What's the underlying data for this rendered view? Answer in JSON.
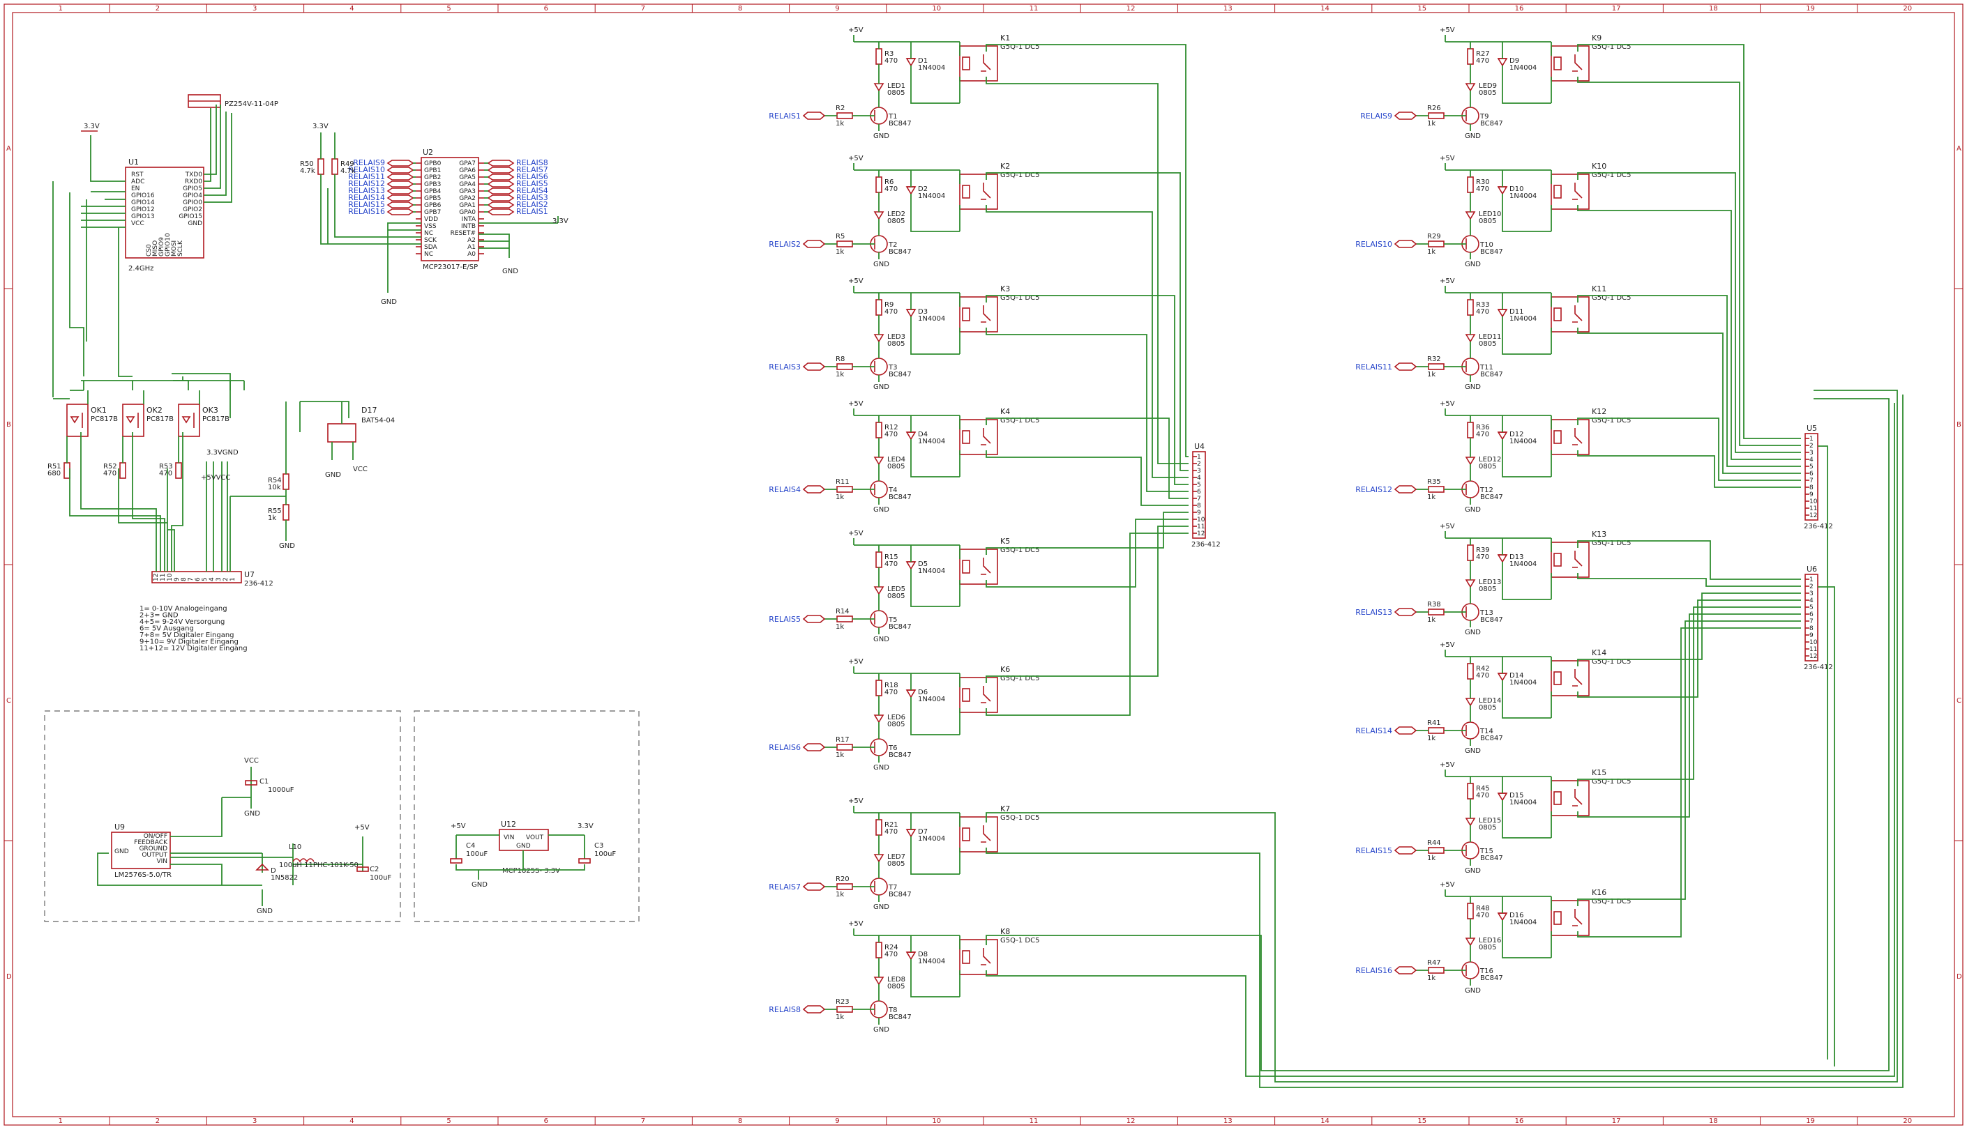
{
  "frame": {
    "columns": [
      "1",
      "2",
      "3",
      "4",
      "5",
      "6",
      "7",
      "8",
      "9",
      "10",
      "11",
      "12",
      "13",
      "14",
      "15",
      "16",
      "17",
      "18",
      "19",
      "20"
    ],
    "rows": [
      "A",
      "B",
      "C",
      "D"
    ]
  },
  "mcu": {
    "ref": "U1",
    "freq": "2.4GHz",
    "left_pins": [
      "RST",
      "ADC",
      "EN",
      "GPIO16",
      "GPIO14",
      "GPIO12",
      "GPIO13",
      "VCC"
    ],
    "right_pins": [
      "TXD0",
      "RXD0",
      "GPIO5",
      "GPIO4",
      "GPIO0",
      "GPIO2",
      "GPIO15",
      "GND"
    ],
    "bottom_pins": [
      "CS0",
      "MISO",
      "GPIO9",
      "GPIO10",
      "MOSI",
      "SCLK"
    ]
  },
  "header_conn": {
    "ref": "PZ254V-11-04P"
  },
  "expander": {
    "ref": "U2",
    "part": "MCP23017-E/SP",
    "left_pins": [
      "GPB0",
      "GPB1",
      "GPB2",
      "GPB3",
      "GPB4",
      "GPB5",
      "GPB6",
      "GPB7",
      "VDD",
      "VSS",
      "NC",
      "SCK",
      "SDA",
      "NC"
    ],
    "right_pins": [
      "GPA7",
      "GPA6",
      "GPA5",
      "GPA4",
      "GPA3",
      "GPA2",
      "GPA1",
      "GPA0",
      "INTA",
      "INTB",
      "RESET#",
      "A2",
      "A1",
      "A0"
    ],
    "left_nets": [
      "RELAIS9",
      "RELAIS10",
      "RELAIS11",
      "RELAIS12",
      "RELAIS13",
      "RELAIS14",
      "RELAIS15",
      "RELAIS16"
    ],
    "right_nets": [
      "RELAIS8",
      "RELAIS7",
      "RELAIS6",
      "RELAIS5",
      "RELAIS4",
      "RELAIS3",
      "RELAIS2",
      "RELAIS1"
    ]
  },
  "pullups": [
    {
      "ref": "R50",
      "val": "4.7k"
    },
    {
      "ref": "R49",
      "val": "4.7k"
    }
  ],
  "power_nets": {
    "v33": "3.3V",
    "v5": "+5V",
    "gnd": "GND",
    "vcc": "VCC",
    "v5vcc": "+5VVCC",
    "v33gnd": "3.3VGND"
  },
  "optos": [
    {
      "ref": "OK1",
      "part": "PC817B",
      "r": "R51",
      "rv": "680"
    },
    {
      "ref": "OK2",
      "part": "PC817B",
      "r": "R52",
      "rv": "470"
    },
    {
      "ref": "OK3",
      "part": "PC817B",
      "r": "R53",
      "rv": "470"
    }
  ],
  "diode17": {
    "ref": "D17",
    "part": "BAT54-04"
  },
  "divider": [
    {
      "ref": "R54",
      "val": "10k"
    },
    {
      "ref": "R55",
      "val": "1k"
    }
  ],
  "u7": {
    "ref": "U7",
    "part": "236-412",
    "pins": [
      "12",
      "11",
      "10",
      "9",
      "8",
      "7",
      "6",
      "5",
      "4",
      "3",
      "2",
      "1"
    ]
  },
  "notes": [
    "1= 0-10V Analogeingang",
    "2+3= GND",
    "4+5= 9-24V Versorgung",
    "6= 5V Ausgang",
    "7+8= 5V Digitaler Eingang",
    "9+10= 9V Digitaler Eingang",
    "11+12= 12V Digitaler Eingang"
  ],
  "buck": {
    "ref": "U9",
    "part": "LM2576S-5.0/TR",
    "pins": [
      "ON/OFF",
      "FEEDBACK",
      "GROUND",
      "OUTPUT",
      "VIN"
    ],
    "gnd_pin": "GND",
    "c1": "C1",
    "c1v": "1000uF",
    "l": "L10",
    "lv": "100uH 11PHC-101K-50",
    "d": "D",
    "dv": "1N5822",
    "c2": "C2",
    "c2v": "100uF"
  },
  "ldo": {
    "ref": "U12",
    "part": "MCP1825S- 3.3V",
    "vin": "VIN",
    "vout": "VOUT",
    "gnd": "GND",
    "c4": "C4",
    "c4v": "100uF",
    "c3": "C3",
    "c3v": "100uF"
  },
  "relay_common": {
    "r": "470",
    "d": "1N4004",
    "led": "0805",
    "rb": "1k",
    "t": "BC847",
    "k": "G5Q-1 DC5"
  },
  "relays": [
    {
      "net": "RELAIS1",
      "k": "K1",
      "r": "R3",
      "d": "D1",
      "led": "LED1",
      "rb": "R2",
      "t": "T1"
    },
    {
      "net": "RELAIS2",
      "k": "K2",
      "r": "R6",
      "d": "D2",
      "led": "LED2",
      "rb": "R5",
      "t": "T2"
    },
    {
      "net": "RELAIS3",
      "k": "K3",
      "r": "R9",
      "d": "D3",
      "led": "LED3",
      "rb": "R8",
      "t": "T3"
    },
    {
      "net": "RELAIS4",
      "k": "K4",
      "r": "R12",
      "d": "D4",
      "led": "LED4",
      "rb": "R11",
      "t": "T4"
    },
    {
      "net": "RELAIS5",
      "k": "K5",
      "r": "R15",
      "d": "D5",
      "led": "LED5",
      "rb": "R14",
      "t": "T5"
    },
    {
      "net": "RELAIS6",
      "k": "K6",
      "r": "R18",
      "d": "D6",
      "led": "LED6",
      "rb": "R17",
      "t": "T6"
    },
    {
      "net": "RELAIS7",
      "k": "K7",
      "r": "R21",
      "d": "D7",
      "led": "LED7",
      "rb": "R20",
      "t": "T7"
    },
    {
      "net": "RELAIS8",
      "k": "K8",
      "r": "R24",
      "d": "D8",
      "led": "LED8",
      "rb": "R23",
      "t": "T8"
    },
    {
      "net": "RELAIS9",
      "k": "K9",
      "r": "R27",
      "d": "D9",
      "led": "LED9",
      "rb": "R26",
      "t": "T9"
    },
    {
      "net": "RELAIS10",
      "k": "K10",
      "r": "R30",
      "d": "D10",
      "led": "LED10",
      "rb": "R29",
      "t": "T10"
    },
    {
      "net": "RELAIS11",
      "k": "K11",
      "r": "R33",
      "d": "D11",
      "led": "LED11",
      "rb": "R32",
      "t": "T11"
    },
    {
      "net": "RELAIS12",
      "k": "K12",
      "r": "R36",
      "d": "D12",
      "led": "LED12",
      "rb": "R35",
      "t": "T12"
    },
    {
      "net": "RELAIS13",
      "k": "K13",
      "r": "R39",
      "d": "D13",
      "led": "LED13",
      "rb": "R38",
      "t": "T13"
    },
    {
      "net": "RELAIS14",
      "k": "K14",
      "r": "R42",
      "d": "D14",
      "led": "LED14",
      "rb": "R41",
      "t": "T14"
    },
    {
      "net": "RELAIS15",
      "k": "K15",
      "r": "R45",
      "d": "D15",
      "led": "LED15",
      "rb": "R44",
      "t": "T15"
    },
    {
      "net": "RELAIS16",
      "k": "K16",
      "r": "R48",
      "d": "D16",
      "led": "LED16",
      "rb": "R47",
      "t": "T16"
    }
  ],
  "terminals": [
    {
      "ref": "U4",
      "part": "236-412"
    },
    {
      "ref": "U5",
      "part": "236-412"
    },
    {
      "ref": "U6",
      "part": "236-412"
    }
  ],
  "term_pins": [
    "1",
    "2",
    "3",
    "4",
    "5",
    "6",
    "7",
    "8",
    "9",
    "10",
    "11",
    "12"
  ],
  "colors": {
    "frame": "#b0181f",
    "wire": "#2f8c2f",
    "net_label": "#2443c9"
  }
}
